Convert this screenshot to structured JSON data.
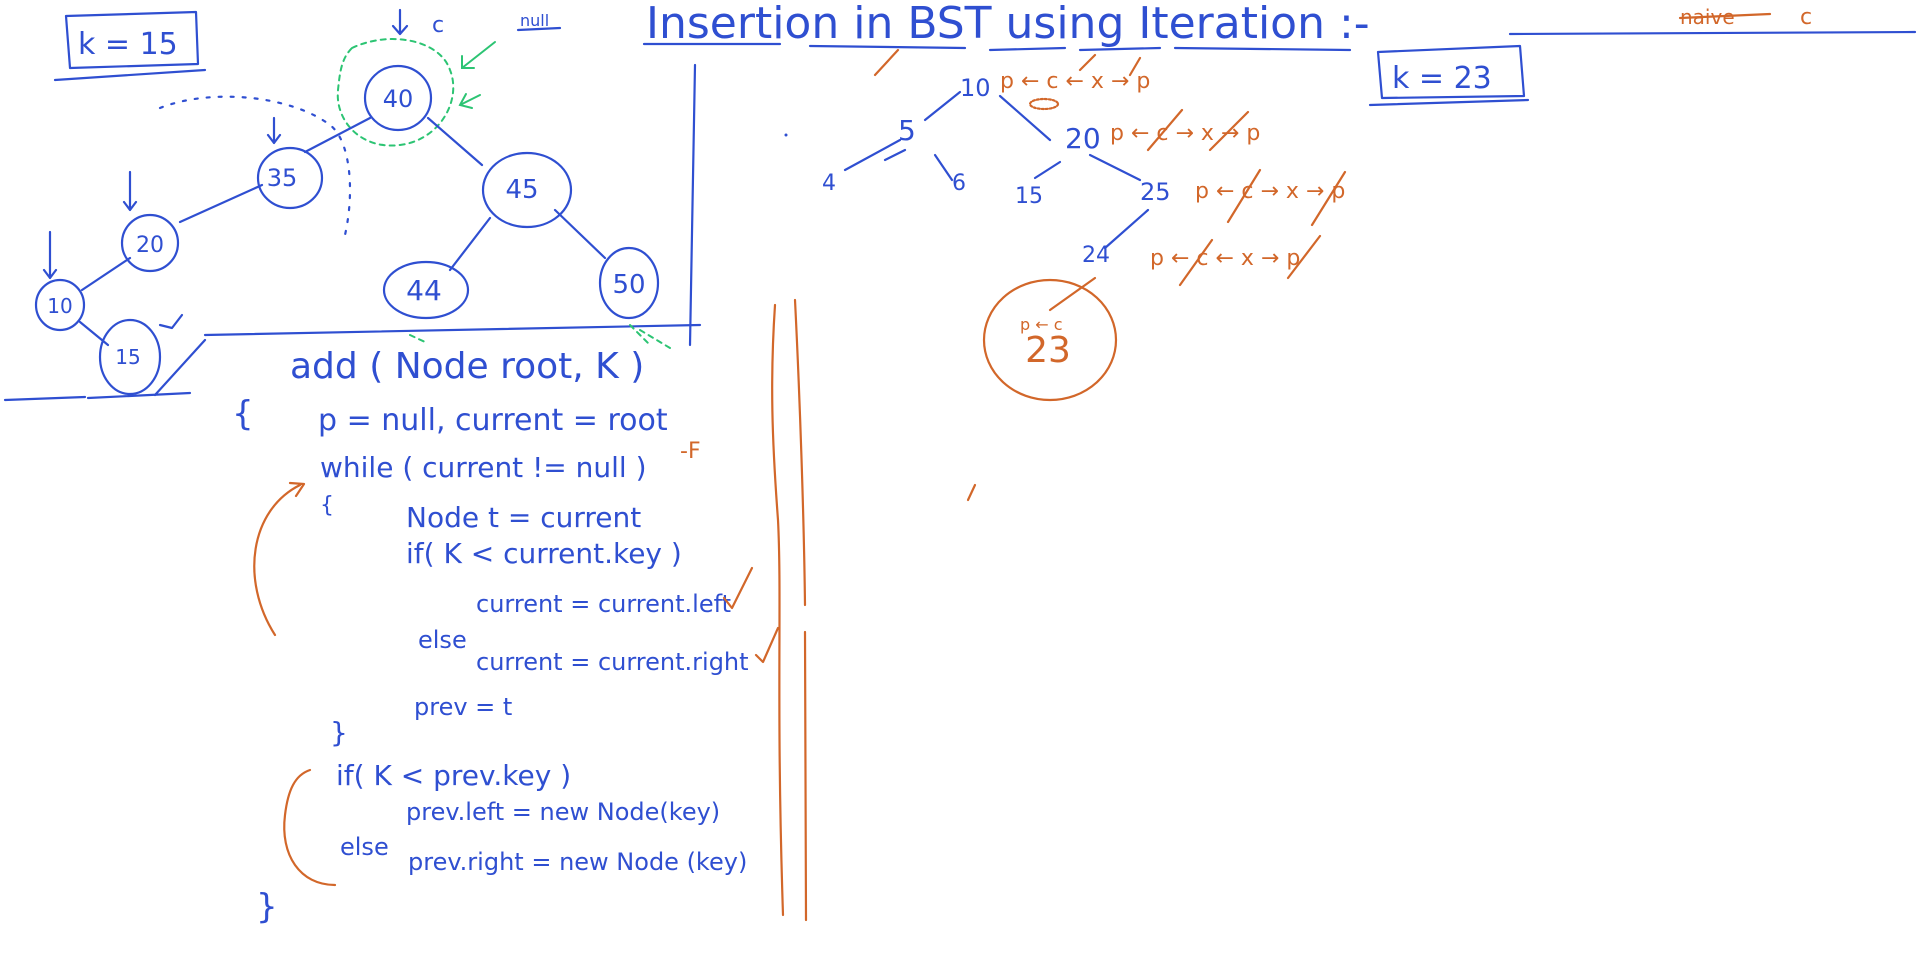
{
  "title": "Insertion in BST using Iteration :-",
  "box_left": "k = 15",
  "box_right": "k = 23",
  "naive": "naive",
  "naive_mark": "c",
  "null_label": "null",
  "top_arrow_label": "c",
  "left_tree": {
    "nodes": [
      "40",
      "35",
      "45",
      "20",
      "44",
      "50",
      "10",
      "15"
    ]
  },
  "right_tree": {
    "nodes": [
      "10",
      "5",
      "20",
      "4",
      "6",
      "15",
      "25",
      "24",
      "23"
    ],
    "pointer_traces": {
      "row1": "p ← c ← x → p",
      "row2": "p ← c → x → p",
      "row3": "p ← c → x → p",
      "row4": "p ← c ← x → p",
      "circle_label": "p ← c"
    }
  },
  "code": {
    "signature": "add ( Node root, K )",
    "open_brace": "{",
    "line1": "p = null,   current = root",
    "line2": "while ( current != null )",
    "line2_note": "-F",
    "line3": "{",
    "line4": "Node t = current",
    "line5": "if( K < current.key )",
    "line6": "current = current.left",
    "line7": "else",
    "line8": "current = current.right",
    "line9": "prev = t",
    "line10": "}",
    "line11": "if( K < prev.key )",
    "line12": "prev.left = new Node(key)",
    "line13": "else",
    "line14": "prev.right = new Node (key)",
    "close_brace": "}"
  }
}
